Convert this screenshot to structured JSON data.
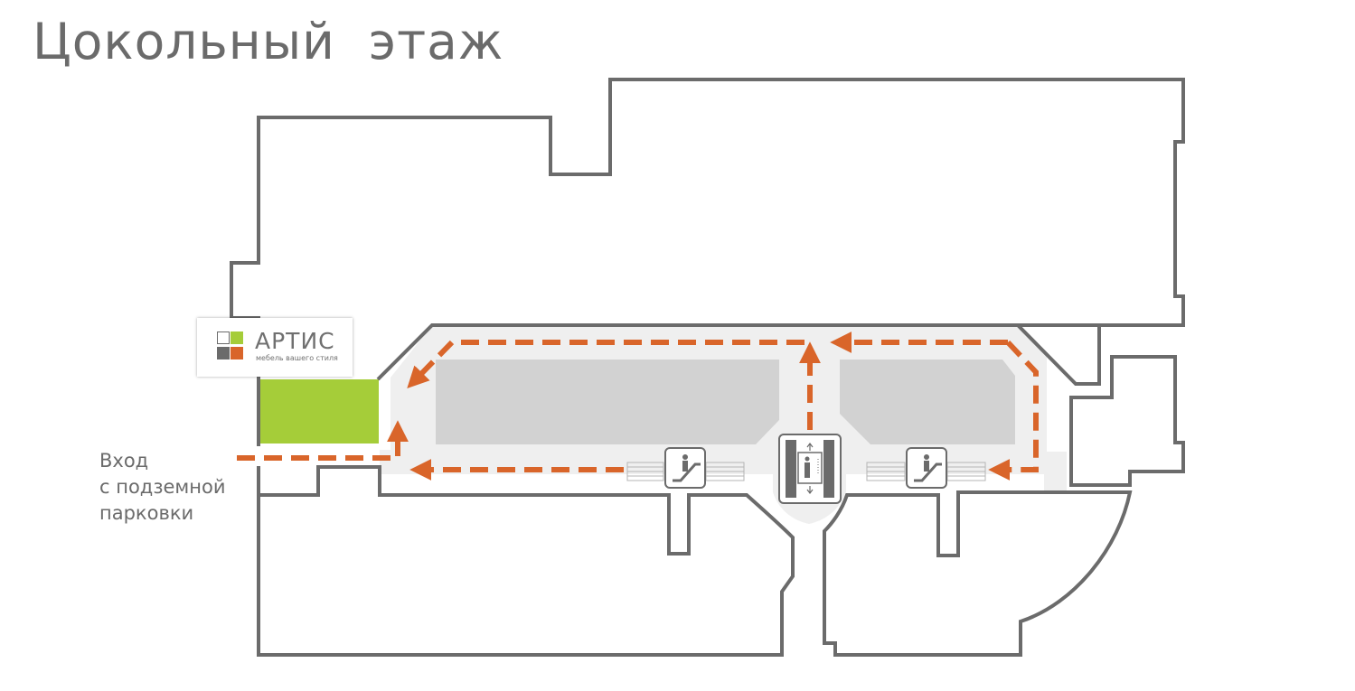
{
  "floor": {
    "title": "Цокольный  этаж"
  },
  "entrance": {
    "line1": "Вход",
    "line2": "с подземной",
    "line3": "парковки"
  },
  "store": {
    "name": "АРТИС",
    "tagline": "мебель вашего стиля"
  },
  "colors": {
    "wall": "#6b6b6b",
    "route": "#d9652a",
    "shop_highlight": "#a5cd39",
    "atrium": "#d2d2d2",
    "corridor": "#efefef",
    "logo_squares": [
      "#ffffff",
      "#a5cd39",
      "#6b6b6b",
      "#d9652a"
    ]
  },
  "icons": [
    "escalator-icon",
    "elevator-icon",
    "escalator-icon"
  ]
}
